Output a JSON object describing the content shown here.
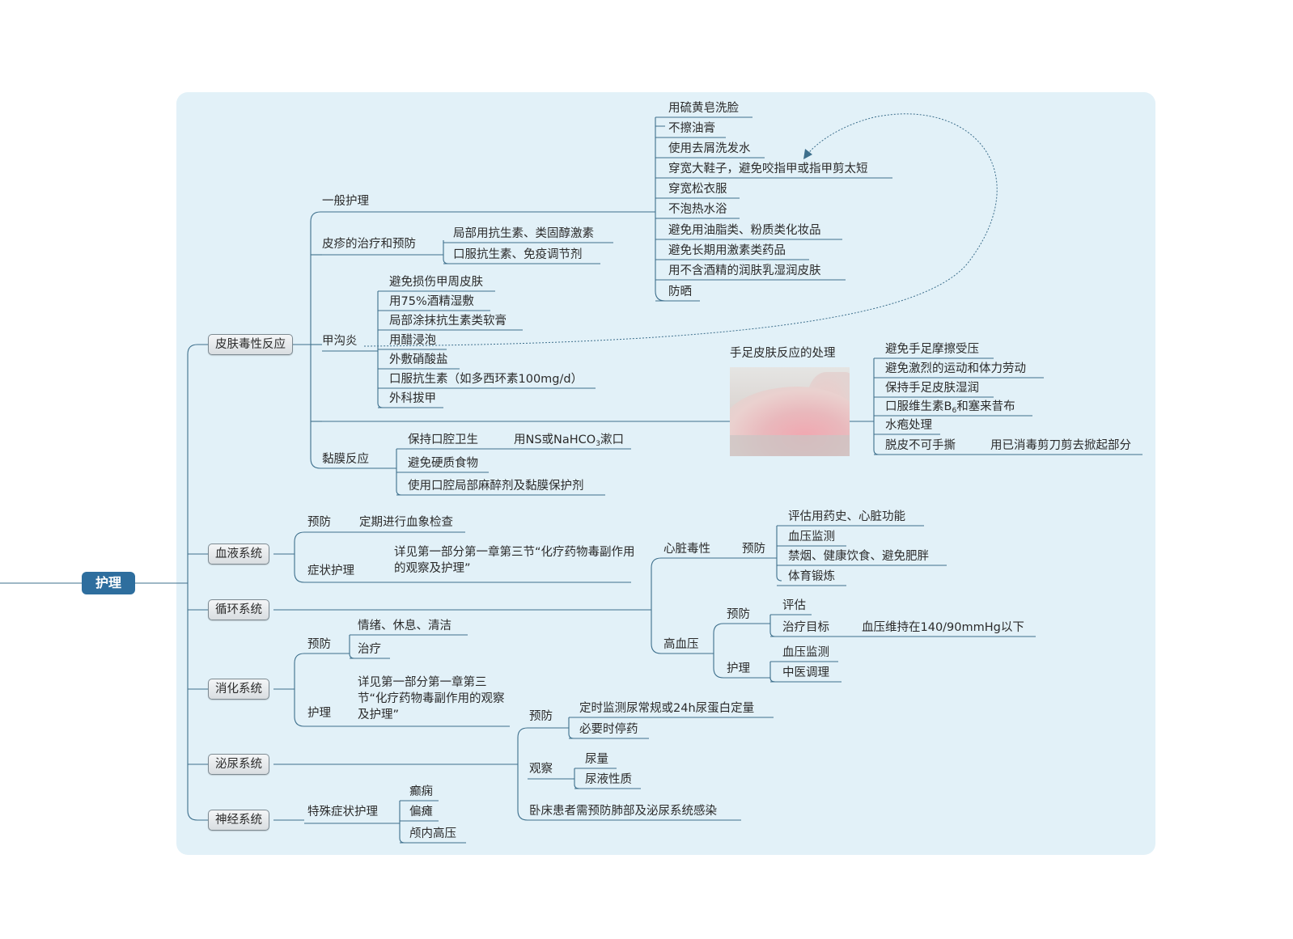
{
  "root": "护理",
  "skin": {
    "label": "皮肤毒性反应",
    "general": "一般护理",
    "general_items": [
      "用硫黄皂洗脸",
      "不擦油膏",
      "使用去屑洗发水",
      "穿宽大鞋子，避免咬指甲或指甲剪太短",
      "穿宽松衣服",
      "不泡热水浴",
      "避免用油脂类、粉质类化妆品",
      "避免长期用激素类药品",
      "用不含酒精的润肤乳湿润皮肤",
      "防晒"
    ],
    "rash": "皮疹的治疗和预防",
    "rash_items": [
      "局部用抗生素、类固醇激素",
      "口服抗生素、免疫调节剂"
    ],
    "paronychia": "甲沟炎",
    "paronychia_items": [
      "避免损伤甲周皮肤",
      "用75%酒精湿敷",
      "局部涂抹抗生素类软膏",
      "用醋浸泡",
      "外敷硝酸盐",
      "口服抗生素（如多西环素100mg/d）",
      "外科拔甲"
    ],
    "handfoot": "手足皮肤反应的处理",
    "handfoot_items": [
      "避免手足摩擦受压",
      "避免激烈的运动和体力劳动",
      "保持手足皮肤湿润",
      "口服维生素B",
      "和塞来昔布",
      "水疱处理",
      "脱皮不可手撕",
      "用已消毒剪刀剪去掀起部分"
    ],
    "b_sub": "6",
    "mucosa": "黏膜反应",
    "mucosa_items": [
      "保持口腔卫生",
      "用NS或NaHCO",
      "漱口",
      "避免硬质食物",
      "使用口腔局部麻醉剂及黏膜保护剂"
    ],
    "co3_sub": "3"
  },
  "blood": {
    "label": "血液系统",
    "prevent": "预防",
    "prevent_item": "定期进行血象检查",
    "symptom": "症状护理",
    "symptom_item": "详见第一部分第一章第三节“化疗药物毒副作用的观察及护理”"
  },
  "circ": {
    "label": "循环系统",
    "cardio": "心脏毒性",
    "cardio_prevent": "预防",
    "cardio_items": [
      "评估用药史、心脏功能",
      "血压监测",
      "禁烟、健康饮食、避免肥胖",
      "体育锻炼"
    ],
    "htn": "高血压",
    "htn_prevent": "预防",
    "htn_prevent_items": [
      "评估",
      "治疗目标"
    ],
    "htn_target": "血压维持在140/90mmHg以下",
    "htn_care": "护理",
    "htn_care_items": [
      "血压监测",
      "中医调理"
    ]
  },
  "digest": {
    "label": "消化系统",
    "prevent": "预防",
    "prevent_items": [
      "情绪、休息、清洁",
      "治疗"
    ],
    "care": "护理",
    "care_item": "详见第一部分第一章第三节“化疗药物毒副作用的观察及护理”"
  },
  "urinary": {
    "label": "泌尿系统",
    "prevent": "预防",
    "prevent_items": [
      "定时监测尿常规或24h尿蛋白定量",
      "必要时停药"
    ],
    "observe": "观察",
    "observe_items": [
      "尿量",
      "尿液性质"
    ],
    "bedridden": "卧床患者需预防肺部及泌尿系统感染"
  },
  "neuro": {
    "label": "神经系统",
    "special": "特殊症状护理",
    "special_items": [
      "癫痫",
      "偏瘫",
      "颅内高压"
    ]
  },
  "colors": {
    "panel": "#e2f1f8",
    "line": "#3d6f8c",
    "root": "#2e6e9e"
  }
}
